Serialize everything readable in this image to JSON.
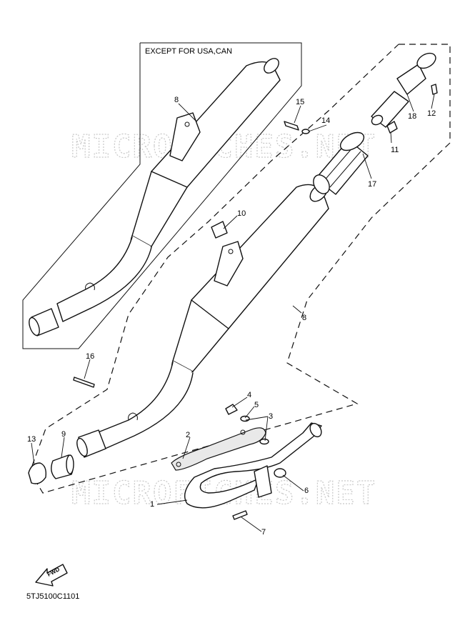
{
  "boxed_note": "EXCEPT FOR USA,CAN",
  "watermark": "MICROFICHES.NET",
  "fwd_label": "FWD",
  "diagram_code": "5TJ5100C1101",
  "callouts": [
    "8",
    "15",
    "14",
    "18",
    "12",
    "11",
    "17",
    "10",
    "8",
    "16",
    "4",
    "5",
    "3",
    "2",
    "13",
    "9",
    "6",
    "1",
    "7"
  ]
}
